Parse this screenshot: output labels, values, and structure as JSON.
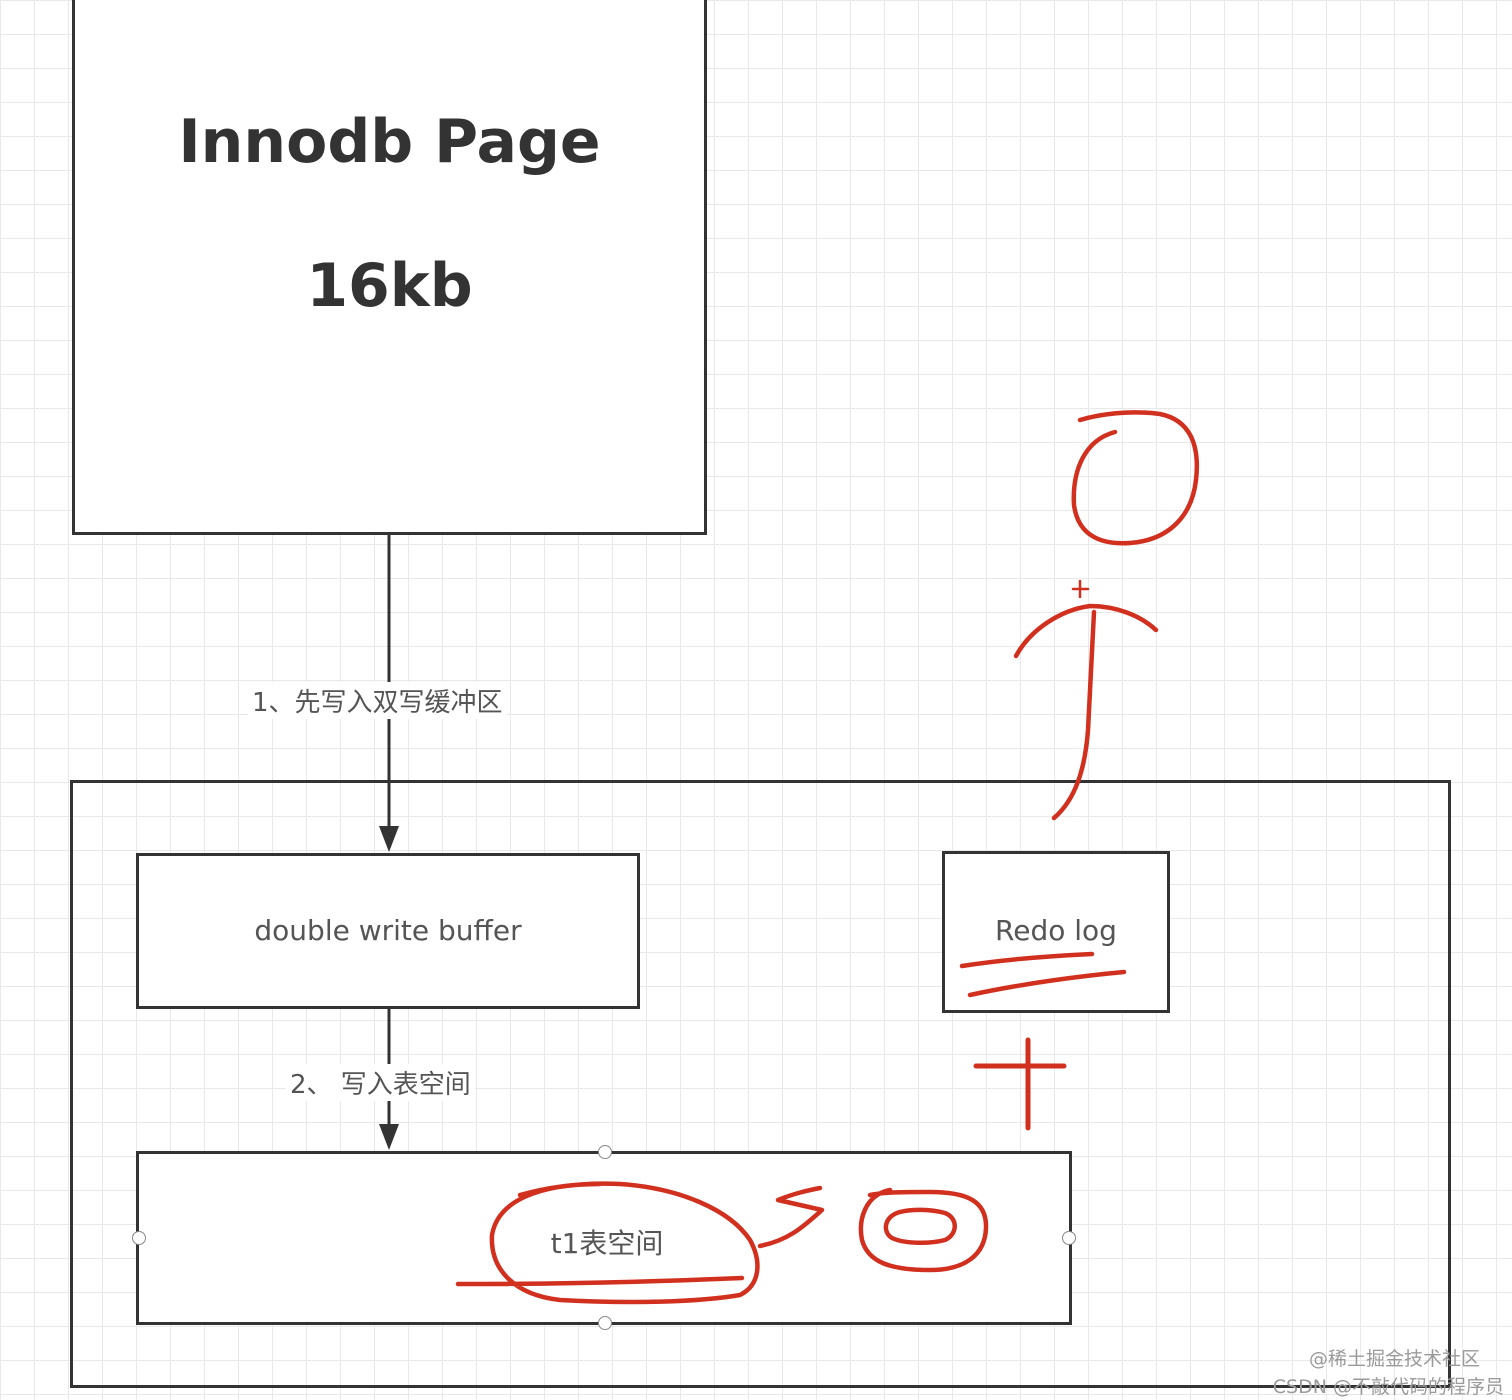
{
  "innodb_page": {
    "title_line1": "Innodb Page",
    "title_line2": "16kb"
  },
  "edges": {
    "step1_label": "1、先写入双写缓冲区",
    "step2_label": "2、 写入表空间"
  },
  "boxes": {
    "double_write_buffer": "double write buffer",
    "redo_log": "Redo log",
    "t1_tablespace": "t1表空间"
  },
  "watermarks": {
    "line1": "@稀土掘金技术社区",
    "line2": "CSDN @不敲代码的程序员"
  },
  "colors": {
    "box_border": "#333333",
    "annotation_red": "#d2301f",
    "grid": "#e9e9e9"
  }
}
